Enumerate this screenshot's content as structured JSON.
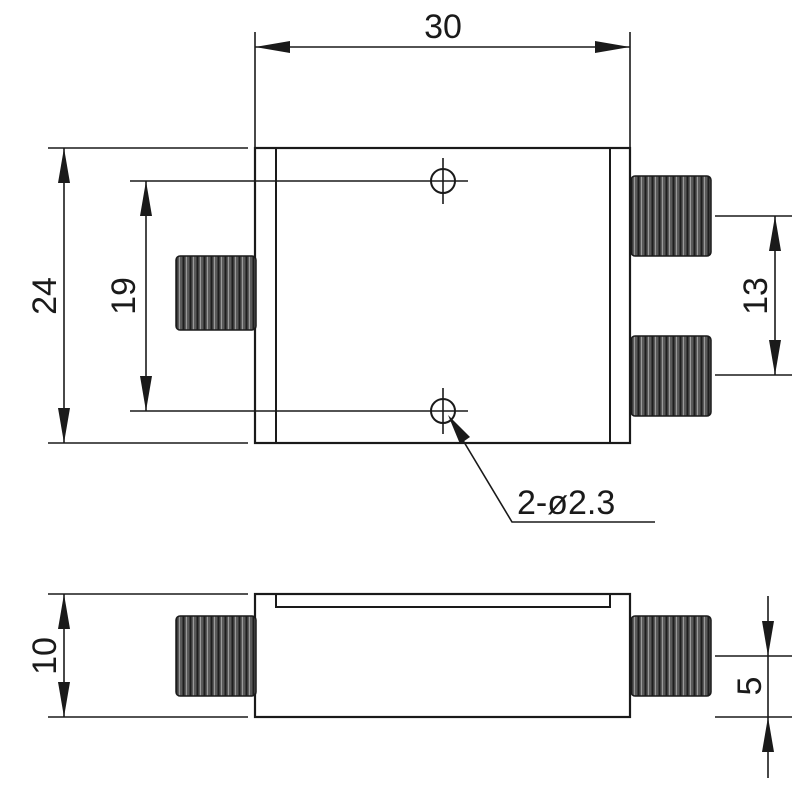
{
  "dimensions": {
    "width": "30",
    "height": "24",
    "hole_spacing": "19",
    "output_spacing": "13",
    "hole_callout": "2-ø2.3",
    "thickness": "10",
    "connector_offset": "5"
  },
  "colors": {
    "line": "#1a1a1a",
    "connector": "#5a5a5a",
    "background": "#ffffff"
  }
}
